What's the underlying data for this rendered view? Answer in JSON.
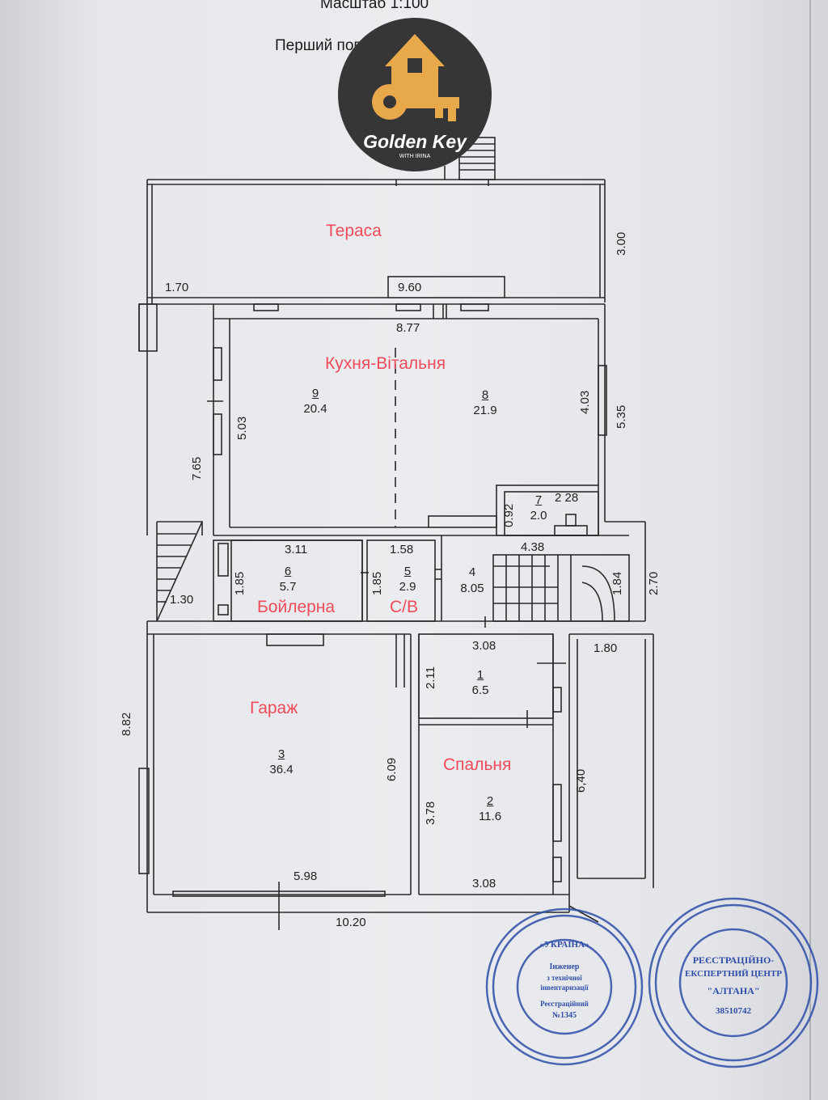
{
  "header": {
    "scale": "Масштаб 1:100",
    "title": "Перший поверх лт. \"А\""
  },
  "logo": {
    "name": "Golden Key",
    "sub": "WITH IRINA"
  },
  "rooms": {
    "terrace": "Тераса",
    "kitchen_living": "Кухня-Вітальня",
    "boiler": "Бойлерна",
    "wc": "С/В",
    "garage": "Гараж",
    "bedroom": "Спальня"
  },
  "room_numbers": {
    "r9": {
      "num": "9",
      "area": "20.4"
    },
    "r8": {
      "num": "8",
      "area": "21.9"
    },
    "r7": {
      "num": "7",
      "area": "2.0"
    },
    "r6": {
      "num": "6",
      "area": "5.7"
    },
    "r5": {
      "num": "5",
      "area": "2.9"
    },
    "r4": {
      "num": "4",
      "area": "8.05"
    },
    "r1": {
      "num": "1",
      "area": "6.5"
    },
    "r3": {
      "num": "3",
      "area": "36.4"
    },
    "r2": {
      "num": "2",
      "area": "11.6"
    }
  },
  "dimensions": {
    "d_1_70": "1.70",
    "d_9_60": "9.60",
    "d_3_00": "3.00",
    "d_8_77": "8.77",
    "d_5_03": "5.03",
    "d_4_03": "4.03",
    "d_5_35": "5.35",
    "d_7_65": "7.65",
    "d_0_92": "0.92",
    "d_2_28": "2 28",
    "d_4_38": "4.38",
    "d_3_11": "3.11",
    "d_1_58": "1.58",
    "d_1_85a": "1.85",
    "d_1_85b": "1.85",
    "d_1_84": "1.84",
    "d_2_70": "2.70",
    "d_1_30": "1.30",
    "d_3_08a": "3.08",
    "d_1_80": "1.80",
    "d_2_11": "2.11",
    "d_8_82": "8.82",
    "d_6_09": "6.09",
    "d_6_40": "6,40",
    "d_3_78": "3.78",
    "d_5_98": "5.98",
    "d_3_08b": "3.08",
    "d_10_20": "10.20"
  },
  "stamps": {
    "left": {
      "center": "«УКРАЇНА»",
      "lines": [
        "Інженер",
        "з технічної",
        "інвентаризації",
        "Реєстраційний",
        "№1345"
      ]
    },
    "right": {
      "line1": "РЕЄСТРАЦІЙНО-",
      "line2": "ЕКСПЕРТНИЙ ЦЕНТР",
      "line3": "\"АЛТАНА\"",
      "line4": "38510742"
    }
  },
  "colors": {
    "room_label": "#ef4b5a",
    "stamp": "#2e4ea8",
    "logo_bg": "#363636",
    "logo_gold": "#e8a94a"
  }
}
